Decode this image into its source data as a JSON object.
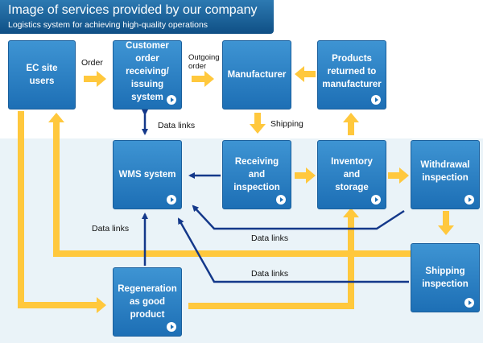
{
  "header": {
    "title": "Image of services provided by our company",
    "subtitle": "Logistics system for achieving high-quality operations"
  },
  "nodes": {
    "ec_site_users": "EC site users",
    "customer_order": "Customer order receiving/ issuing system",
    "manufacturer": "Manufacturer",
    "products_returned": "Products returned to manufacturer",
    "wms_system": "WMS system",
    "receiving_inspection": "Receiving and inspection",
    "inventory_storage": "Inventory and storage",
    "withdrawal_inspection": "Withdrawal inspection",
    "shipping_inspection": "Shipping inspection",
    "regeneration": "Regeneration as good product"
  },
  "labels": {
    "order": "Order",
    "outgoing_order": "Outgoing order",
    "shipping": "Shipping",
    "data_links_top": "Data links",
    "data_links_left": "Data links",
    "data_links_mid": "Data links",
    "data_links_bottom": "Data links"
  },
  "colors": {
    "box": "#2a7fc3",
    "yellow_arrow": "#ffc83d",
    "navy_arrow": "#14388a",
    "lower_band": "#eaf3f8"
  },
  "icons": {
    "play": "play-circle-icon"
  }
}
